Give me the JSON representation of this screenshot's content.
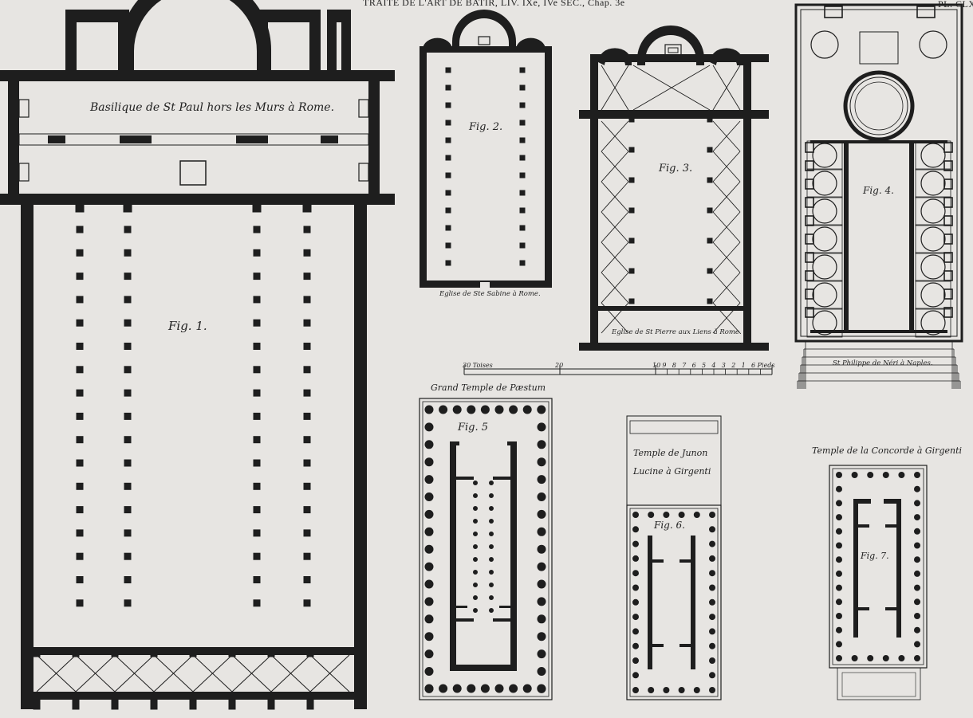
{
  "header": {
    "title": "TRAITE DE L'ART DE BATIR, LIV. IXe, IVe SEC., Chap. 3e",
    "plate_number": "PL. CLX"
  },
  "figures": {
    "fig1": {
      "title": "Basilique de St Paul hors les Murs à Rome.",
      "label": "Fig. 1."
    },
    "fig2": {
      "label": "Fig. 2.",
      "caption": "Eglise de Ste Sabine à Rome."
    },
    "fig3": {
      "label": "Fig. 3.",
      "caption": "Eglise de St Pierre aux Liens à Rome."
    },
    "fig4": {
      "label": "Fig. 4.",
      "caption": "St Philippe de Néri à Naples."
    },
    "fig5": {
      "title": "Grand Temple de Pæstum",
      "label": "Fig. 5"
    },
    "fig6": {
      "title_line1": "Temple de Junon",
      "title_line2": "Lucine à Girgenti",
      "label": "Fig. 6."
    },
    "fig7": {
      "title": "Temple de la Concorde à Girgenti",
      "label": "Fig. 7."
    }
  },
  "scale": {
    "left_label": "30 Toises",
    "mid_label": "20",
    "ticks": [
      "10",
      "9",
      "8",
      "7",
      "6",
      "5",
      "4",
      "3",
      "2",
      "1",
      "6 Pieds"
    ]
  },
  "colors": {
    "paper": "#e7e5e2",
    "ink": "#1e1e1e"
  }
}
